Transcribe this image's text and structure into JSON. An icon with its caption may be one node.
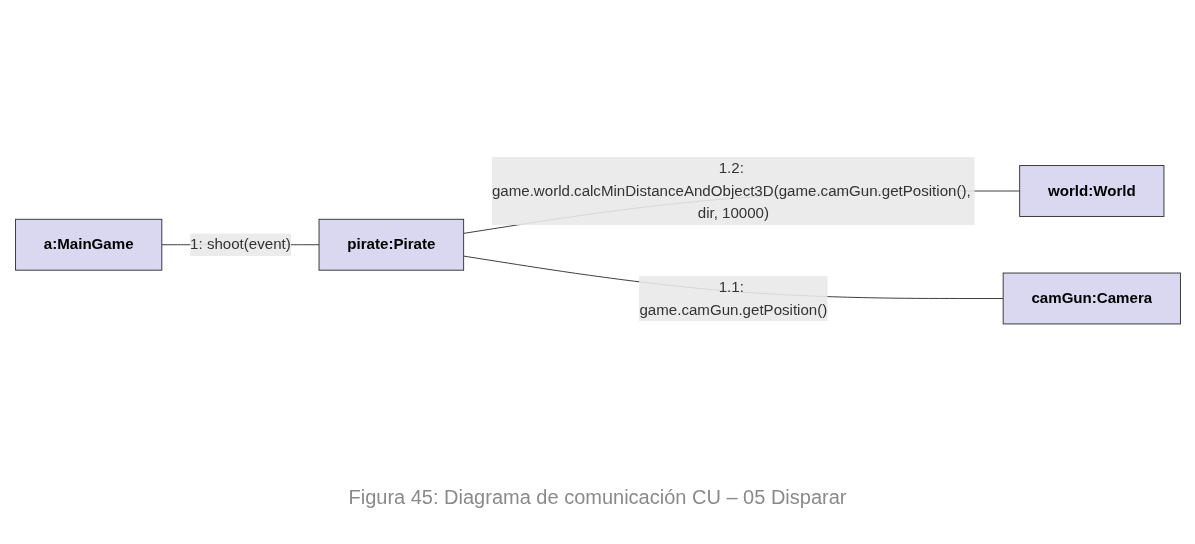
{
  "diagram": {
    "caption": "Figura 45: Diagrama de comunicación CU – 05 Disparar",
    "nodes": [
      {
        "text": [
          "a:MainGame"
        ]
      },
      {
        "text": [
          "world:World"
        ]
      },
      {
        "text": [
          "pirate:Pirate"
        ]
      },
      {
        "text": [
          "camGun:Camera"
        ]
      }
    ],
    "edges": [
      {
        "from": 0,
        "to": 2,
        "arrow": "none",
        "label": "1: shoot(event)"
      },
      {
        "from": 2,
        "to": 1,
        "arrow": "none",
        "label": "1.2: game.world.calcMinDistanceAndObject3D(game.camGun.getPosition(), dir, 10000)"
      },
      {
        "from": 2,
        "to": 3,
        "arrow": "none",
        "label": "1.1: game.camGun.getPosition()"
      }
    ]
  }
}
